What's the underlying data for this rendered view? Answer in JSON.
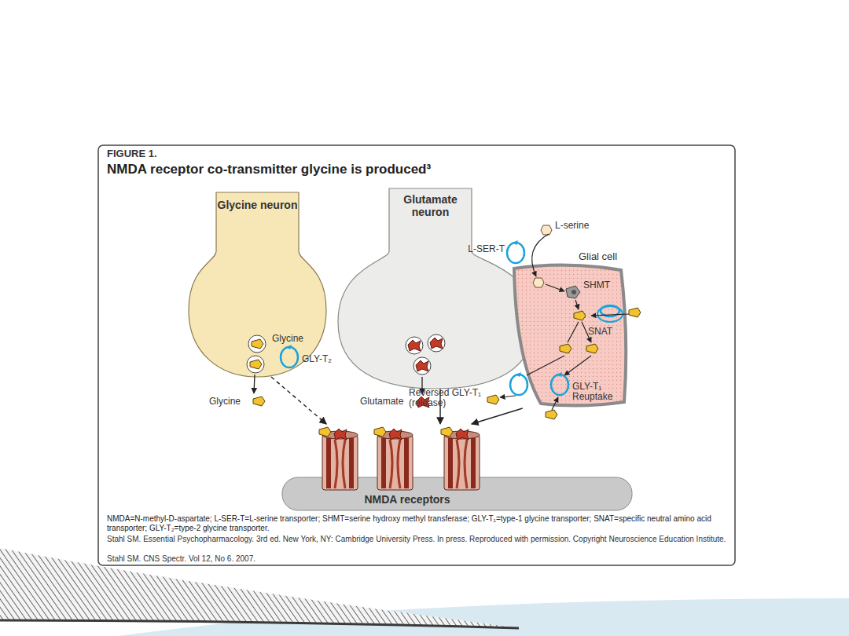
{
  "diagram": {
    "title": "NMDA receptor co-transmitter glycine is produced³",
    "caption": "NMDA=N-methyl-D-aspartate; L-SER-T=L-serine transporter; SHMT=serine hydroxy methyl transferase; GLY-T₁=type-1 glycine transporter; SNAT=specific neutral amino acid transporter; GLY-T₂=type-2 glycine transporter.",
    "nodes": [
      {
        "text": [
          "Glycine neuron"
        ]
      },
      {
        "text": [
          "Glutamate neuron"
        ]
      },
      {
        "text": [
          "Glial cell"
        ]
      },
      {
        "text": [
          "NMDA receptors"
        ]
      }
    ],
    "edges": [
      {
        "from": 0,
        "to": 3,
        "arrow": "to"
      },
      {
        "from": 1,
        "to": 3,
        "arrow": "to"
      },
      {
        "from": 2,
        "to": 3,
        "arrow": "to"
      }
    ],
    "labels": [
      "FIGURE 1.",
      "L-serine",
      "L-SER-T",
      "SHMT",
      "SNAT",
      "Glycine",
      "GLY-T₂",
      "Glycine",
      "Glutamate",
      "Reversed GLY-T₁ (release)",
      "GLY-T₁ Reuptake",
      "Stahl SM. Essential Psychopharmacology. 3rd ed. New York, NY: Cambridge University Press. In press. Reproduced with permission. Copyright Neuroscience Education Institute.",
      "Stahl SM. CNS Spectr. Vol 12, No 6. 2007."
    ]
  }
}
